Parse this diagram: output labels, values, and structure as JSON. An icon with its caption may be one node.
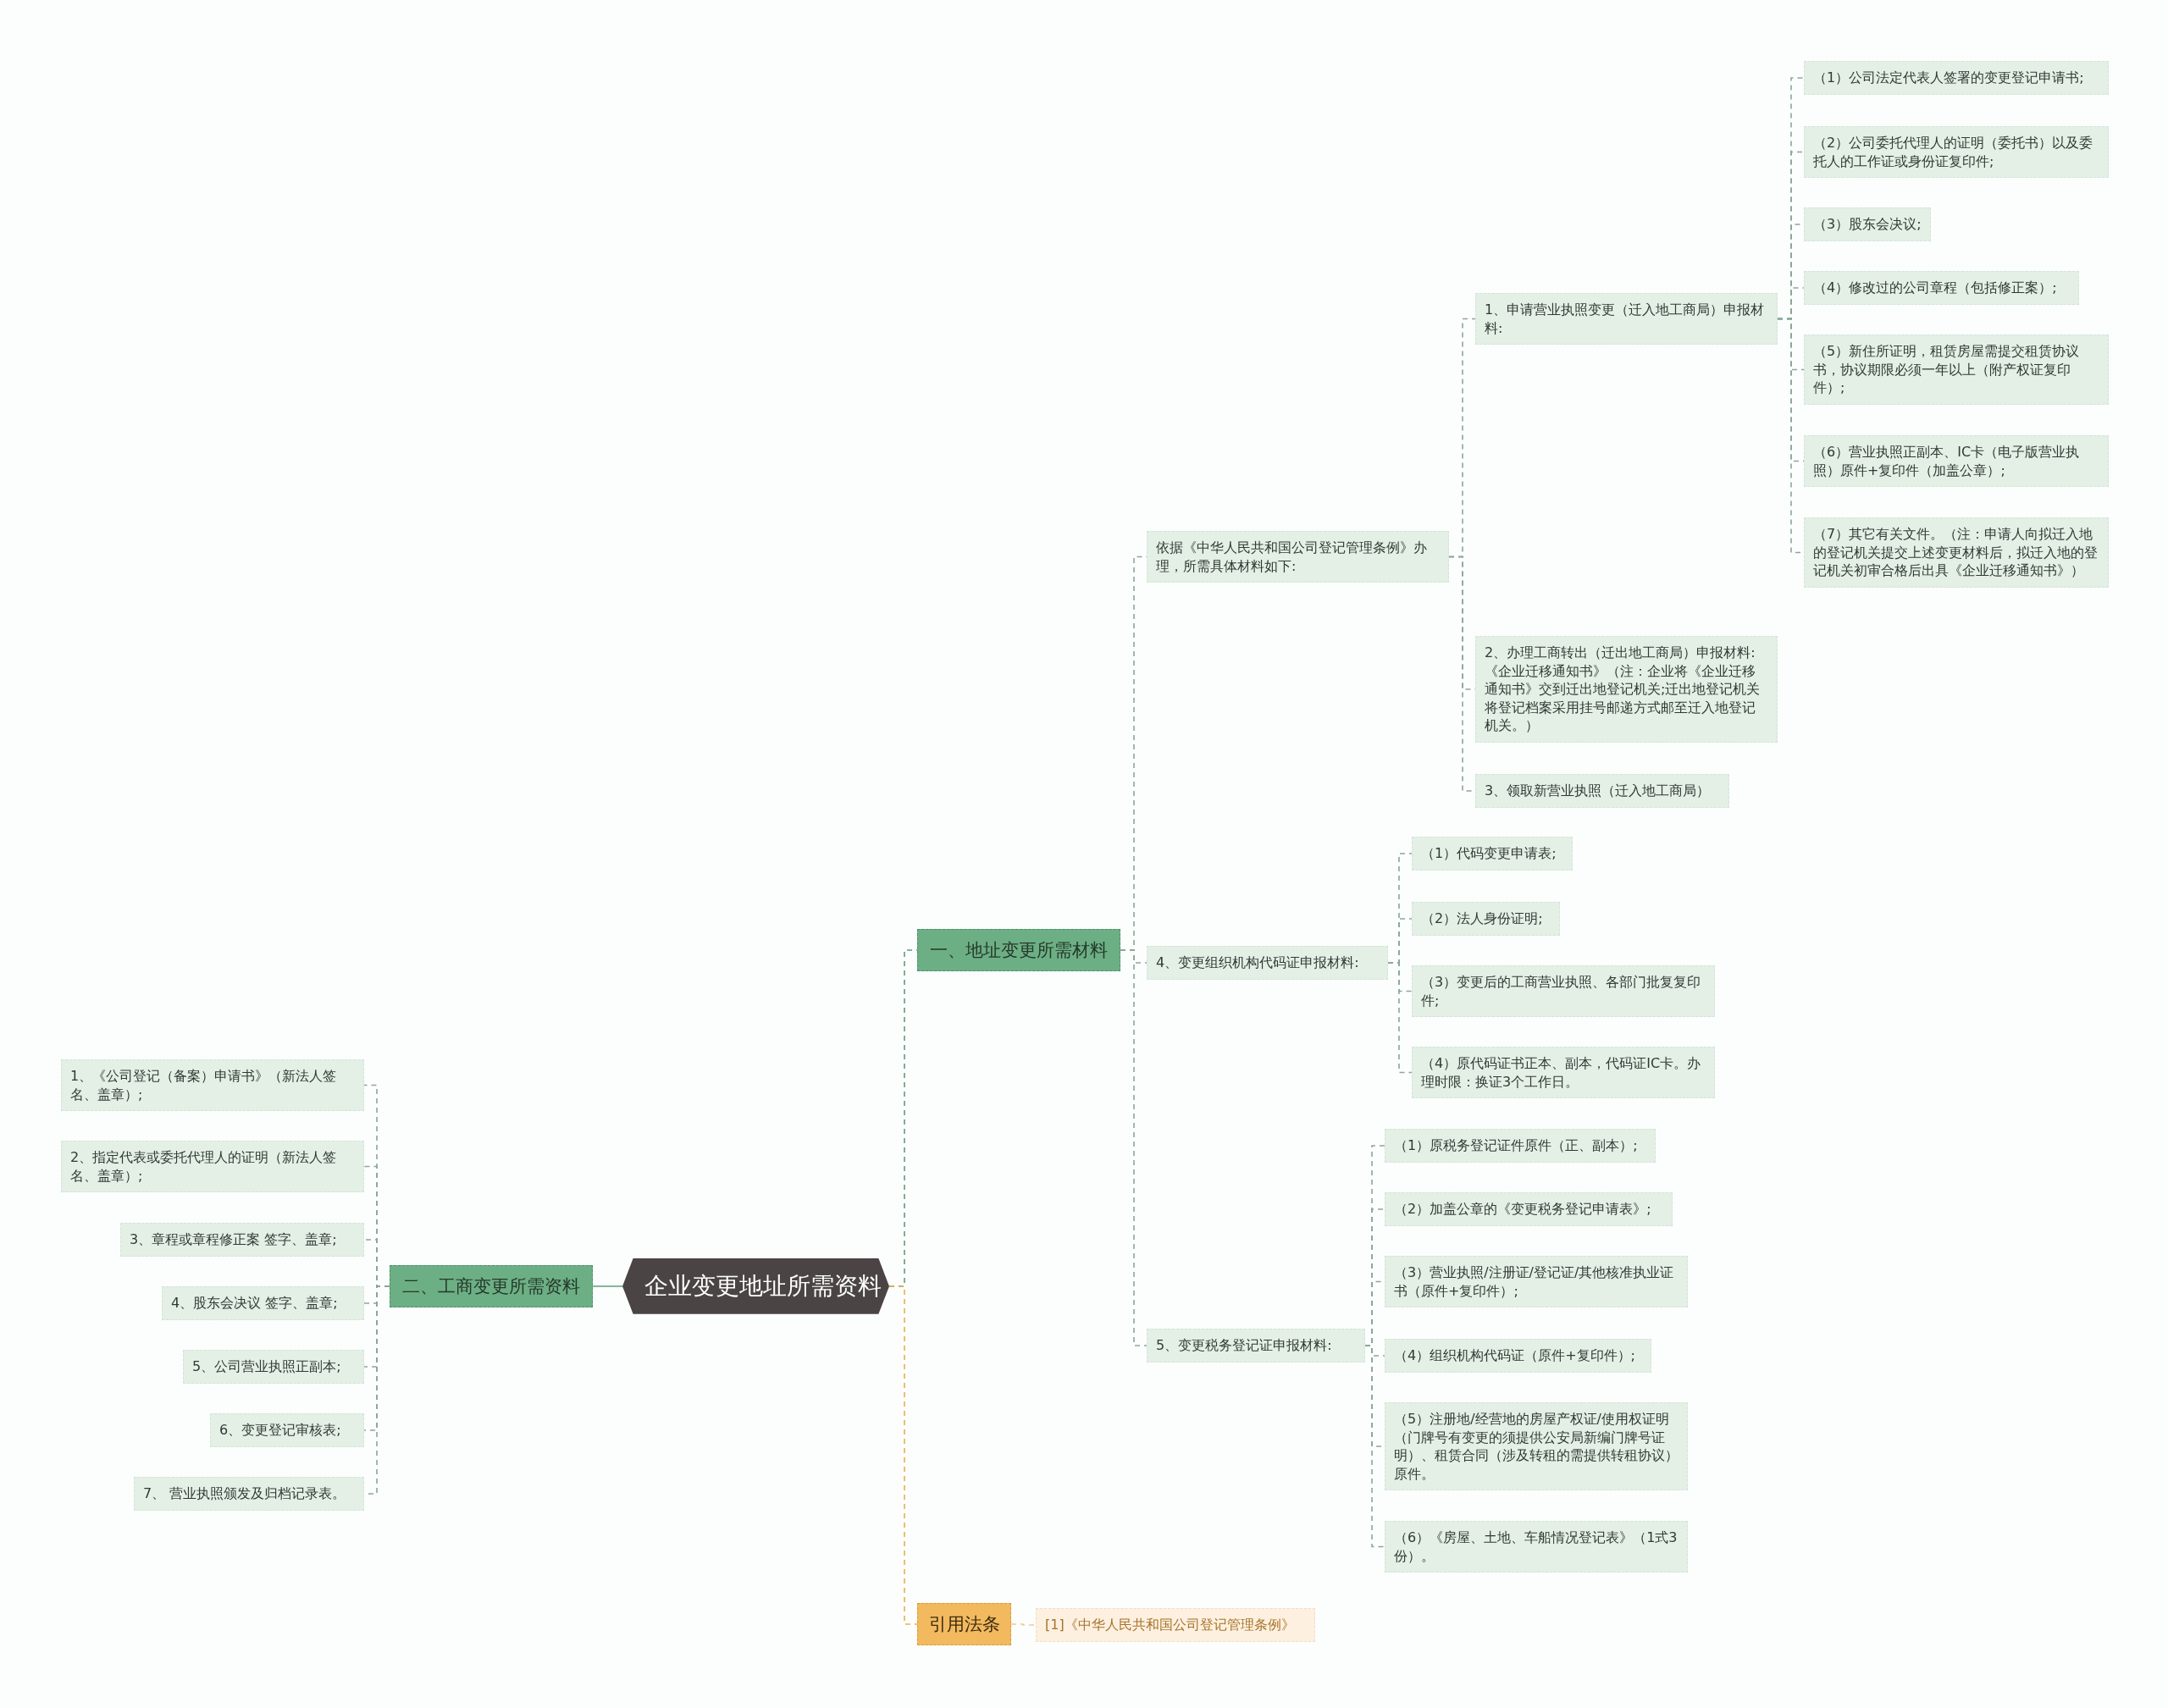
{
  "diagram": {
    "nodes": [
      {
        "text": [
          "企业变更地址所需资料"
        ]
      },
      {
        "text": [
          "一、地址变更所需材料"
        ]
      },
      {
        "text": [
          "依据《中华人民共和国公司登记管理条例》办理，所需具体材料如下:"
        ]
      },
      {
        "text": [
          "1、申请营业执照变更（迁入地工商局）申报材料:"
        ]
      },
      {
        "text": [
          "（1）公司法定代表人签署的变更登记申请书;"
        ]
      },
      {
        "text": [
          "（2）公司委托代理人的证明（委托书）以及委托人的工作证或身份证复印件;"
        ]
      },
      {
        "text": [
          "（3）股东会决议;"
        ]
      },
      {
        "text": [
          "（4）修改过的公司章程（包括修正案）;"
        ]
      },
      {
        "text": [
          "（5）新住所证明，租赁房屋需提交租赁协议书，协议期限必须一年以上（附产权证复印件）;"
        ]
      },
      {
        "text": [
          "（6）营业执照正副本、IC卡（电子版营业执照）原件+复印件（加盖公章）;"
        ]
      },
      {
        "text": [
          "（7）其它有关文件。（注：申请人向拟迁入地的登记机关提交上述变更材料后，拟迁入地的登记机关初审合格后出具《企业迁移通知书》）"
        ]
      },
      {
        "text": [
          "2、办理工商转出（迁出地工商局）申报材料:《企业迁移通知书》（注：企业将《企业迁移通知书》交到迁出地登记机关;迁出地登记机关将登记档案采用挂号邮递方式邮至迁入地登记机关。）"
        ]
      },
      {
        "text": [
          "3、领取新营业执照（迁入地工商局）"
        ]
      },
      {
        "text": [
          "4、变更组织机构代码证申报材料:"
        ]
      },
      {
        "text": [
          "（1）代码变更申请表;"
        ]
      },
      {
        "text": [
          "（2）法人身份证明;"
        ]
      },
      {
        "text": [
          "（3）变更后的工商营业执照、各部门批复复印件;"
        ]
      },
      {
        "text": [
          "（4）原代码证书正本、副本，代码证IC卡。办理时限：换证3个工作日。"
        ]
      },
      {
        "text": [
          "5、变更税务登记证申报材料:"
        ]
      },
      {
        "text": [
          "（1）原税务登记证件原件（正、副本）;"
        ]
      },
      {
        "text": [
          "（2）加盖公章的《变更税务登记申请表》;"
        ]
      },
      {
        "text": [
          "（3）营业执照/注册证/登记证/其他核准执业证书（原件+复印件）;"
        ]
      },
      {
        "text": [
          "（4）组织机构代码证（原件+复印件）;"
        ]
      },
      {
        "text": [
          "（5）注册地/经营地的房屋产权证/使用权证明（门牌号有变更的须提供公安局新编门牌号证明）、租赁合同（涉及转租的需提供转租协议）原件。"
        ]
      },
      {
        "text": [
          "（6）《房屋、土地、车船情况登记表》（1式3份）。"
        ]
      },
      {
        "text": [
          "二、工商变更所需资料"
        ]
      },
      {
        "text": [
          "1、《公司登记（备案）申请书》（新法人签名、盖章）;"
        ]
      },
      {
        "text": [
          "2、指定代表或委托代理人的证明（新法人签名、盖章）;"
        ]
      },
      {
        "text": [
          "3、章程或章程修正案 签字、盖章;"
        ]
      },
      {
        "text": [
          "4、股东会决议 签字、盖章;"
        ]
      },
      {
        "text": [
          "5、公司营业执照正副本;"
        ]
      },
      {
        "text": [
          "6、变更登记审核表;"
        ]
      },
      {
        "text": [
          "7、 营业执照颁发及归档记录表。"
        ]
      },
      {
        "text": [
          "引用法条"
        ]
      },
      {
        "text": [
          "[1]《中华人民共和国公司登记管理条例》"
        ]
      }
    ],
    "edges": [
      {
        "from": 0,
        "to": 1,
        "arrow": "none",
        "style": "dashed",
        "color": "#5f9c7a"
      },
      {
        "from": 0,
        "to": 25,
        "arrow": "none",
        "color": "#5f9c7a"
      },
      {
        "from": 0,
        "to": 33,
        "arrow": "none",
        "style": "dashed",
        "color": "#e8ae4c"
      },
      {
        "from": 1,
        "to": 2,
        "arrow": "none",
        "style": "dashed"
      },
      {
        "from": 1,
        "to": 13,
        "arrow": "none",
        "style": "dashed"
      },
      {
        "from": 1,
        "to": 18,
        "arrow": "none",
        "style": "dashed"
      },
      {
        "from": 2,
        "to": 3,
        "arrow": "none",
        "style": "dashed"
      },
      {
        "from": 2,
        "to": 11,
        "arrow": "none",
        "style": "dashed"
      },
      {
        "from": 2,
        "to": 12,
        "arrow": "none",
        "style": "dashed"
      },
      {
        "from": 3,
        "to": 4,
        "arrow": "none",
        "style": "dashed"
      },
      {
        "from": 3,
        "to": 5,
        "arrow": "none",
        "style": "dashed"
      },
      {
        "from": 3,
        "to": 6,
        "arrow": "none",
        "style": "dashed"
      },
      {
        "from": 3,
        "to": 7,
        "arrow": "none",
        "style": "dashed"
      },
      {
        "from": 3,
        "to": 8,
        "arrow": "none",
        "style": "dashed"
      },
      {
        "from": 3,
        "to": 9,
        "arrow": "none",
        "style": "dashed"
      },
      {
        "from": 3,
        "to": 10,
        "arrow": "none",
        "style": "dashed"
      },
      {
        "from": 13,
        "to": 14,
        "arrow": "none",
        "style": "dashed"
      },
      {
        "from": 13,
        "to": 15,
        "arrow": "none",
        "style": "dashed"
      },
      {
        "from": 13,
        "to": 16,
        "arrow": "none",
        "style": "dashed"
      },
      {
        "from": 13,
        "to": 17,
        "arrow": "none",
        "style": "dashed"
      },
      {
        "from": 18,
        "to": 19,
        "arrow": "none",
        "style": "dashed"
      },
      {
        "from": 18,
        "to": 20,
        "arrow": "none",
        "style": "dashed"
      },
      {
        "from": 18,
        "to": 21,
        "arrow": "none",
        "style": "dashed"
      },
      {
        "from": 18,
        "to": 22,
        "arrow": "none",
        "style": "dashed"
      },
      {
        "from": 18,
        "to": 23,
        "arrow": "none",
        "style": "dashed"
      },
      {
        "from": 18,
        "to": 24,
        "arrow": "none",
        "style": "dashed"
      },
      {
        "from": 25,
        "to": 26,
        "arrow": "none",
        "style": "dashed"
      },
      {
        "from": 25,
        "to": 27,
        "arrow": "none",
        "style": "dashed"
      },
      {
        "from": 25,
        "to": 28,
        "arrow": "none",
        "style": "dashed"
      },
      {
        "from": 25,
        "to": 29,
        "arrow": "none",
        "style": "dashed"
      },
      {
        "from": 25,
        "to": 30,
        "arrow": "none",
        "style": "dashed"
      },
      {
        "from": 25,
        "to": 31,
        "arrow": "none",
        "style": "dashed"
      },
      {
        "from": 25,
        "to": 32,
        "arrow": "none",
        "style": "dashed"
      },
      {
        "from": 33,
        "to": 34,
        "arrow": "none",
        "style": "dashed",
        "color": "#f2c98c"
      }
    ]
  }
}
